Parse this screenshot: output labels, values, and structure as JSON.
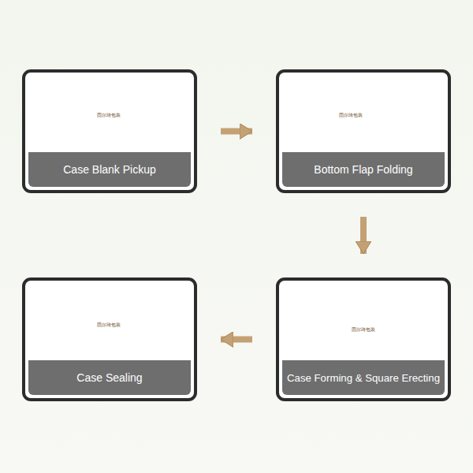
{
  "diagram": {
    "nodes": [
      {
        "text": [
          "Case Blank Pickup"
        ]
      },
      {
        "text": [
          "Bottom Flap Folding"
        ]
      },
      {
        "text": [
          "Case Sealing"
        ]
      },
      {
        "text": [
          "Case Forming & Square Erecting"
        ]
      }
    ],
    "edges": [
      {
        "from": 0,
        "to": 1,
        "arrow": "to"
      },
      {
        "from": 1,
        "to": 3,
        "arrow": "to"
      },
      {
        "from": 3,
        "to": 2,
        "arrow": "to"
      }
    ],
    "labels": [
      "固尔琦包装",
      "固尔琦包装",
      "固尔琦包装",
      "固尔琦包装"
    ]
  }
}
